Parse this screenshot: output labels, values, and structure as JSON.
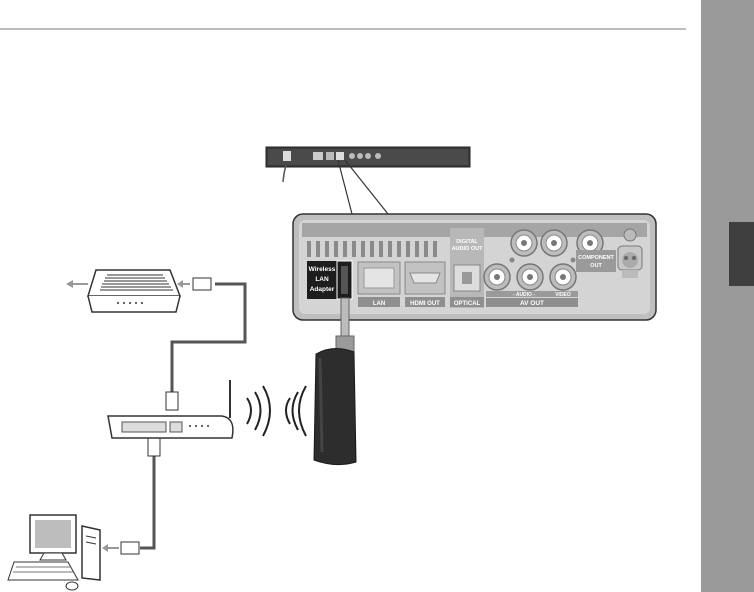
{
  "labels": {
    "wireless_adapter": [
      "Wireless",
      "LAN",
      "Adapter"
    ],
    "digital_audio_out": [
      "DIGITAL",
      "AUDIO OUT"
    ],
    "component_out": [
      "COMPONENT",
      "OUT"
    ],
    "lan": "LAN",
    "hdmi_out": "HDMI OUT",
    "optical": "OPTICAL",
    "audio_row": "- AUDIO -",
    "video": "VIDEO",
    "av_out": "AV OUT"
  }
}
